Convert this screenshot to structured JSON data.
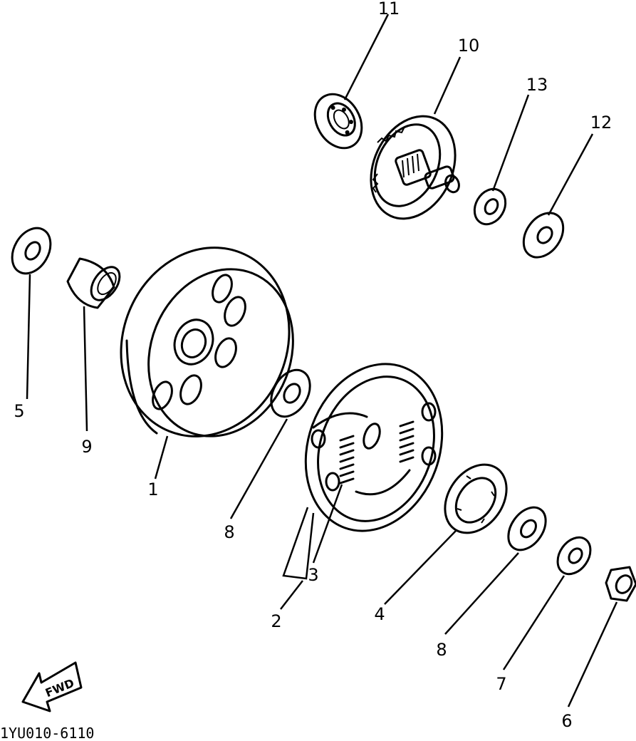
{
  "diagram": {
    "part_numbers": {
      "p1": "1",
      "p2": "2",
      "p3": "3",
      "p4": "4",
      "p5": "5",
      "p6": "6",
      "p7": "7",
      "p8a": "8",
      "p8b": "8",
      "p9": "9",
      "p10": "10",
      "p11": "11",
      "p12": "12",
      "p13": "13"
    },
    "fwd_label": "FWD",
    "diagram_code": "1YU010-6110"
  }
}
